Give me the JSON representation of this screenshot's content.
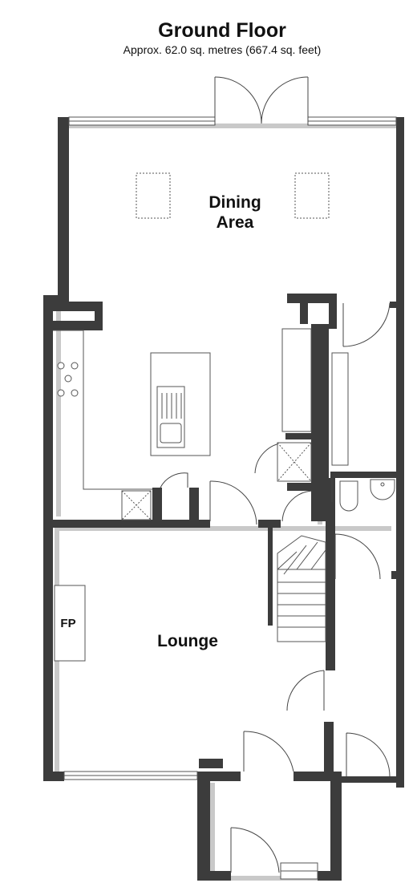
{
  "header": {
    "title": "Ground Floor",
    "area": "Approx. 62.0 sq. metres (667.4 sq. feet)"
  },
  "rooms": {
    "dining_line1": "Dining",
    "dining_line2": "Area",
    "lounge": "Lounge",
    "fireplace": "FP"
  },
  "colors": {
    "wall": "#3c3c3c",
    "shadow": "#c9c9c9",
    "line": "#555555"
  }
}
